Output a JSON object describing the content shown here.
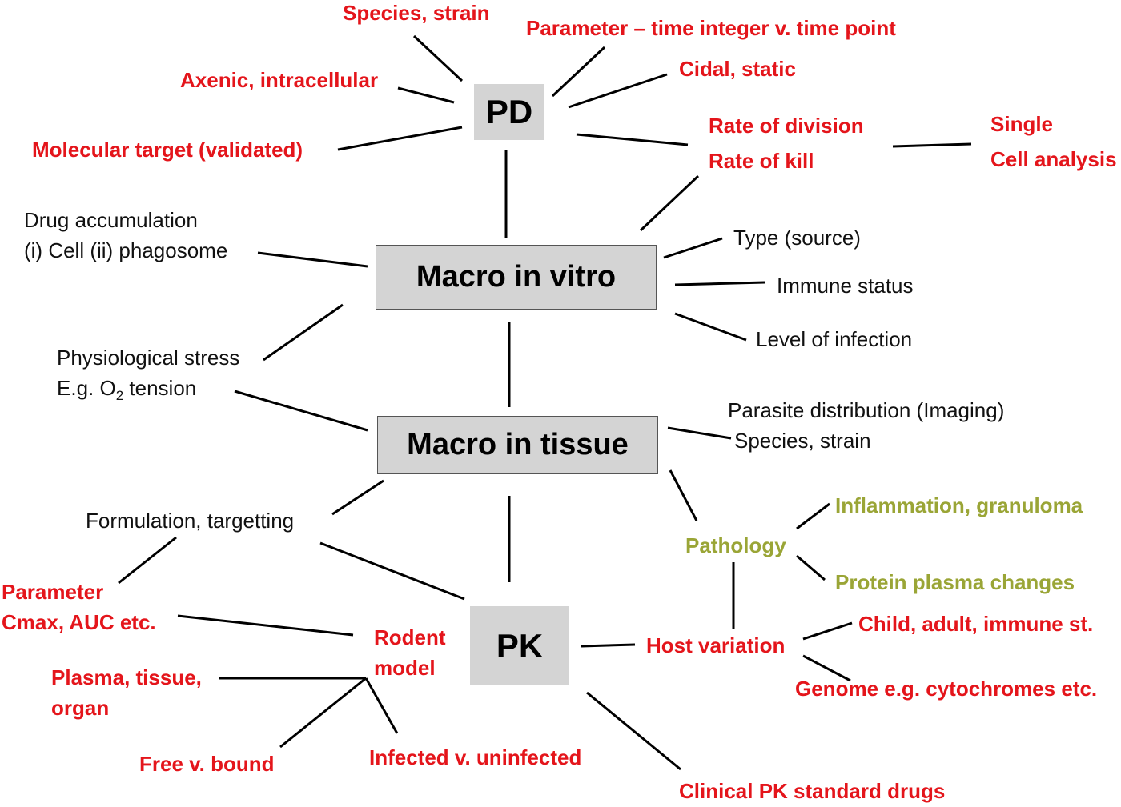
{
  "colors": {
    "red": "#e4151b",
    "olive": "#9aa536",
    "black": "#111111",
    "box_fill": "#d4d4d4",
    "line": "#000000"
  },
  "nodes": {
    "pd": "PD",
    "macro_vitro": "Macro in vitro",
    "macro_tissue": "Macro in tissue",
    "pk": "PK"
  },
  "pd_branch": {
    "species_strain": "Species, strain",
    "parameter_time": "Parameter – time integer v. time point",
    "axenic": "Axenic, intracellular",
    "cidal": "Cidal, static",
    "molecular_target": "Molecular target (validated)",
    "rate_division": "Rate of division",
    "rate_kill": "Rate of kill",
    "single": "Single",
    "cell_analysis": "Cell analysis"
  },
  "vitro_branch": {
    "drug_accum_1": "Drug accumulation",
    "drug_accum_2": "(i) Cell  (ii) phagosome",
    "type_source": "Type (source)",
    "immune_status": "Immune status",
    "level_infection": "Level of infection",
    "phys_stress": "Physiological stress",
    "o2_prefix": "E.g. O",
    "o2_sub": "2",
    "o2_suffix": " tension"
  },
  "tissue_branch": {
    "parasite_dist": "Parasite distribution (Imaging)",
    "species_strain": "Species, strain",
    "formulation": "Formulation, targetting",
    "pathology": "Pathology",
    "inflammation": "Inflammation, granuloma",
    "protein_plasma": "Protein plasma changes"
  },
  "pk_branch": {
    "parameter": "Parameter",
    "cmax": "Cmax, AUC etc.",
    "rodent": "Rodent",
    "model": "model",
    "plasma": "Plasma, tissue,",
    "organ": "organ",
    "free_bound": "Free v. bound",
    "infected": "Infected v. uninfected",
    "host_variation": "Host variation",
    "child_adult": "Child, adult, immune st.",
    "genome": "Genome e.g. cytochromes etc.",
    "clinical_pk": "Clinical PK standard drugs"
  }
}
